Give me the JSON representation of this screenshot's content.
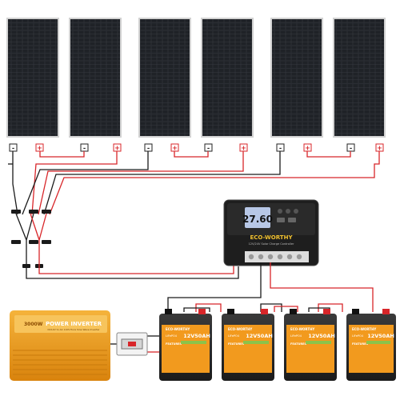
{
  "controller": {
    "lcd_reading": "27.60",
    "brand": "ECO-WORTHY",
    "subtitle": "12V/24V Solar Charge Controller"
  },
  "inverter": {
    "brand": "3000W",
    "title": "POWER INVERTER",
    "subtitle": "DC12V to AC 110V Pure Sine Wave Inverter"
  },
  "batteries": [
    {
      "brand": "ECO-WORTHY",
      "chem": "LiFePO4",
      "capacity": "12V50AH",
      "features": "FEATURES"
    },
    {
      "brand": "ECO-WORTHY",
      "chem": "LiFePO4",
      "capacity": "12V50AH",
      "features": "FEATURES"
    },
    {
      "brand": "ECO-WORTHY",
      "chem": "LiFePO4",
      "capacity": "12V50AH",
      "features": "FEATURES"
    },
    {
      "brand": "ECO-WORTHY",
      "chem": "LiFePO4",
      "capacity": "12V50AH",
      "features": "FEATURES"
    }
  ],
  "terminals": {
    "negative": "-",
    "positive": "+"
  },
  "colors": {
    "panel_cell": "#26292e",
    "panel_frame": "#c8c8c8",
    "wire_red": "#d8262a",
    "wire_black": "#1a1a1a",
    "battery_body": "#2b2b2b",
    "battery_label": "#f29a1e",
    "inverter_body": "#f0a21f",
    "controller_body": "#1e1e1e",
    "lcd": "#b7c7e6"
  }
}
